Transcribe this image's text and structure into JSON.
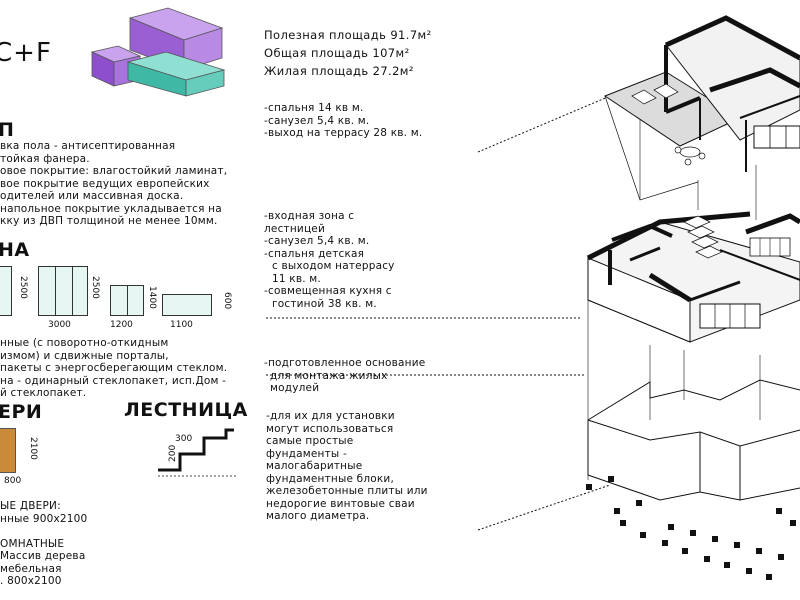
{
  "header": {
    "brand": "C+F",
    "areas": [
      "Полезная площадь 91.7м²",
      "Общая площадь 107м²",
      "Жилая площадь 27.2м²"
    ]
  },
  "floor_section": {
    "title": "П",
    "lines": [
      "вка пола - антисептированная",
      "тойкая фанера.",
      "овое покрытие: влагостойкий ламинат,",
      "вое покрытие ведущих европейских",
      "одителей или массивная доска.",
      "напольное покрытие укладывается на",
      "кку из ДВП толщиной не менее 10мм."
    ]
  },
  "windows_section": {
    "title": "НА",
    "dims": {
      "w1_h": "2500",
      "w2_w": "3000",
      "w2_h": "2500",
      "w3_w": "1200",
      "w3_h": "1400",
      "w4_w": "1100",
      "w4_h": "600"
    },
    "lines": [
      "нные (с поворотно-откидным",
      "измом) и сдвижные порталы,",
      "пакеты с энергосберегающим стеклом.",
      "на - одинарный стеклопакет, исп.Дом -",
      "й стеклопакет."
    ]
  },
  "doors_section": {
    "title": "ЕРИ",
    "door_w": "800",
    "door_h": "2100",
    "lines": [
      "ЫЕ ДВЕРИ:",
      "нные 900х2100",
      "",
      "ОМНАТНЫЕ",
      "Массив дерева",
      "мебельная",
      ". 800х2100"
    ]
  },
  "stairs_section": {
    "title": "ЛЕСТНИЦА",
    "tread": "300",
    "riser": "200"
  },
  "annotations": {
    "top": [
      "-спальня 14 кв м.",
      "-санузел 5,4 кв. м.",
      "-выход на террасу 28 кв. м."
    ],
    "middle": [
      "-входная зона с",
      "лестницей",
      "-санузел 5,4 кв. м.",
      "-спальня детская",
      "с выходом натеррасу",
      "11 кв. м.",
      "-совмещенная кухня с",
      "гостиной 38 кв. м."
    ],
    "base": [
      "-подготовленное основание",
      "для монтажа жилых",
      "модулей"
    ],
    "foundation": [
      "-для их для установки",
      "могут использоваться",
      "самые простые",
      "фундаменты -",
      "малогабаритные",
      "фундаментные блоки,",
      "железобетонные плиты или",
      "недорогие винтовые сваи",
      "малого диаметра."
    ]
  },
  "colors": {
    "purple": "#9b5fd4",
    "purple_light": "#c9a3ee",
    "teal": "#3fb8a6",
    "teal_light": "#8fe0d2",
    "window_glass": "#e6f7f3",
    "door_wood": "#c98a3a"
  }
}
